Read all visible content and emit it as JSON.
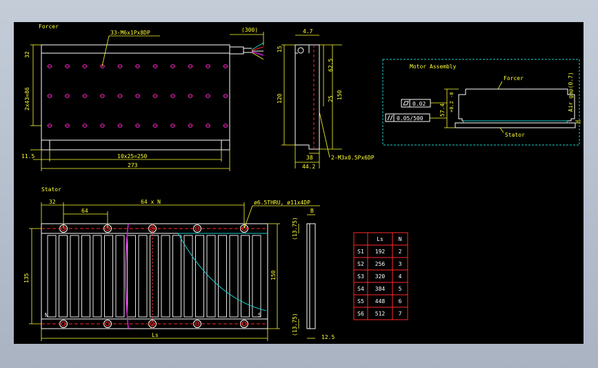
{
  "forcer": {
    "title": "Forcer",
    "hole_note": "33-M6x1Px8DP",
    "cable_len": "(300)",
    "dim_left_top": "32",
    "dim_left_mid": "2x43=86",
    "dim_offset": "11.5",
    "dim_pitch": "10x25=250",
    "dim_total": "273"
  },
  "side": {
    "dim_top": "4.7",
    "dim_15": "15",
    "dim_62": "62.5",
    "dim_120": "120",
    "dim_25": "25",
    "dim_150": "150",
    "dim_38": "38",
    "dim_442": "44.2",
    "hole_note": "2-M3x0.5Px6DP"
  },
  "assembly": {
    "title": "Motor Assembly",
    "forcer_label": "Forcer",
    "stator_label": "Stator",
    "airgap": "Air gap(0.7)",
    "height": "57.4",
    "tol": "+0.2 -0",
    "flatness": "0.02",
    "parallelism": "0.05/500"
  },
  "stator": {
    "title": "Stator",
    "dim_32": "32",
    "dim_64": "64",
    "dim_64n": "64 x N",
    "hole_note": "ø6.5THRU, ø11x4DP",
    "dim_135": "135",
    "dim_150": "150",
    "dim_ls": "Ls",
    "pole_n": "N",
    "pole_s": "S"
  },
  "stator_side": {
    "dim_b": "B",
    "dim_top": "(13.75)",
    "dim_bot": "(13.75)",
    "dim_thick": "12.5"
  },
  "table": {
    "headers": [
      "",
      "Ls",
      "N"
    ],
    "rows": [
      [
        "S1",
        "192",
        "2"
      ],
      [
        "S2",
        "256",
        "3"
      ],
      [
        "S3",
        "320",
        "4"
      ],
      [
        "S4",
        "384",
        "5"
      ],
      [
        "S5",
        "448",
        "6"
      ],
      [
        "S6",
        "512",
        "7"
      ]
    ]
  },
  "colors": {
    "background": "#000000",
    "outline": "#ffffff",
    "dimension": "#ffff33",
    "hidden": "#ff2a2a",
    "cyan": "#19d0d0",
    "magenta": "#d020d0"
  }
}
